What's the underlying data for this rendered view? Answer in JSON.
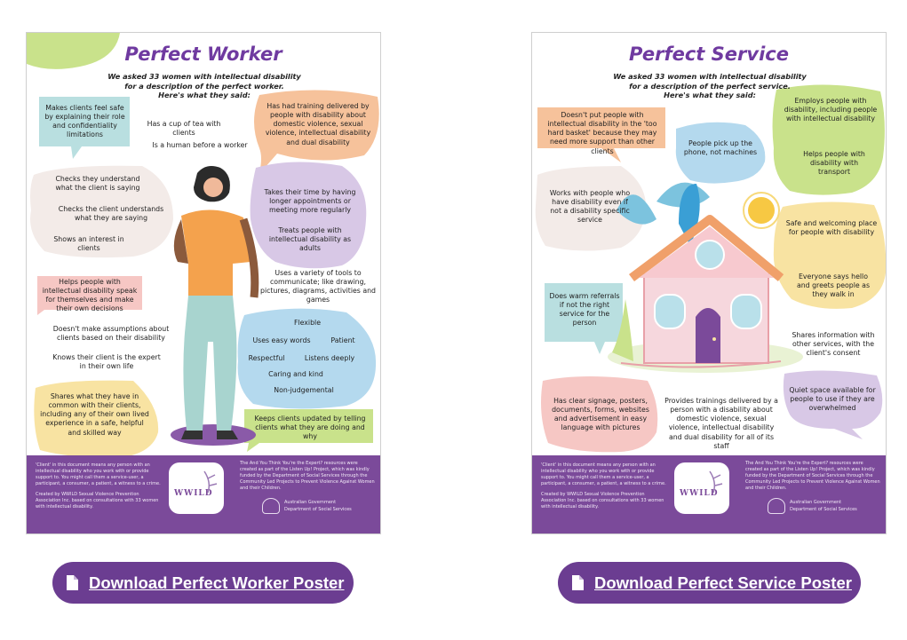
{
  "worker_poster": {
    "title": "Perfect Worker",
    "subtitle": [
      "We asked 33 women with intellectual disability",
      "for a description of the perfect worker.",
      "Here's what they said:"
    ],
    "items": [
      "Makes clients feel safe by explaining their role and confidentiality limitations",
      "Has a cup of tea with clients",
      "Is a human before a worker",
      "Has had training delivered by people with disability about domestic violence, sexual violence, intellectual disability and dual disability",
      "Checks they understand what the client is saying",
      "Checks the client understands what they are saying",
      "Shows an interest in clients",
      "Takes their time by having longer appointments or meeting more regularly",
      "Treats people with intellectual disability as adults",
      "Uses a variety of tools to communicate; like drawing, pictures, diagrams, activities and games",
      "Helps people with intellectual disability speak for themselves and make their own decisions",
      "Doesn't make assumptions about clients based on their disability",
      "Knows their client is the expert in their own life",
      "Flexible",
      "Uses easy words",
      "Patient",
      "Respectful",
      "Listens deeply",
      "Caring and kind",
      "Non-judgemental",
      "Shares what they have in common with their clients, including any of their own lived experience in a safe, helpful and skilled way",
      "Keeps clients updated by telling clients what they are doing and why"
    ]
  },
  "service_poster": {
    "title": "Perfect Service",
    "subtitle": [
      "We asked 33 women with intellectual disability",
      "for a description of the perfect service.",
      "Here's what they said:"
    ],
    "items": [
      "Doesn't put people with intellectual disability in the 'too hard basket' because they may need more support than other clients",
      "People pick up the phone, not machines",
      "Employs people with disability, including people with intellectual disability",
      "Helps people with disability with transport",
      "Works with people who have disability even if not a disability specific service",
      "Safe and welcoming place for people with disability",
      "Everyone says hello and greets people as they walk in",
      "Does warm referrals if not the right service for the person",
      "Shares information with other services, with the client's consent",
      "Has clear signage, posters, documents, forms, websites and advertisement in easy language with pictures",
      "Provides trainings delivered by a person with a disability about domestic violence, sexual violence, intellectual disability and dual disability for all of its staff",
      "Quiet space available for people to use if they are overwhelmed"
    ]
  },
  "footer": {
    "client_note": "'Client' in this document means any person with an intellectual disability who you work with or provide support to. You might call them a service-user, a participant, a consumer, a patient, a witness to a crime.",
    "created_by": "Created by WWILD Sexual Violence Prevention Association Inc. based on consultations with 33 women with intellectual disability.",
    "resource_note": "The And You Think You're the Expert? resources were created as part of the Listen Up! Project, which was kindly funded by the Department of Social Services through the Community Led Projects to Prevent Violence Against Women and their Children.",
    "logo_text": "WWILD",
    "gov_line1": "Australian Government",
    "gov_line2": "Department of Social Services"
  },
  "buttons": {
    "worker_label": "Download Perfect Worker Poster",
    "service_label": "Download Perfect Service Poster"
  },
  "colors": {
    "brand_purple": "#6b3d91",
    "title_purple": "#6f3aa0",
    "footer_purple": "#7b4a9a",
    "teal": "#b9dfe0",
    "peach": "#f6c29b",
    "lavender": "#d8c8e6",
    "pink": "#f6c7c4",
    "yellow": "#f8e3a2",
    "green": "#c9e28b",
    "blue": "#b4d9ee",
    "cream": "#f3ebe8"
  },
  "icons": [
    "file-icon",
    "figure-illustration",
    "house-illustration",
    "sun-icon",
    "leaf-icon",
    "logo-icon",
    "gov-crest-icon"
  ]
}
